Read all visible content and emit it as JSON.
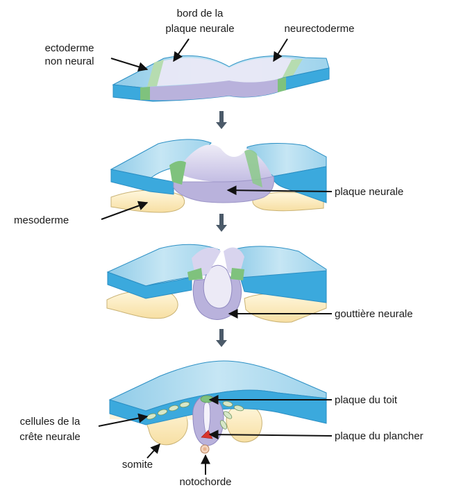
{
  "colors": {
    "ectoderm_top": "#a9d8ee",
    "ectoderm_side": "#3ba9dd",
    "ectoderm_edge": "#2b8fc4",
    "neural_plate": "#b9b2dc",
    "neural_plate_light": "#e4e2f2",
    "neural_border": "#8cc98b",
    "mesoderm": "#fbedc4",
    "mesoderm_edge": "#c9b274",
    "crest": "#d7e7c8",
    "notochord": "#e8b28e",
    "floor_plate": "#d9342b",
    "arrow": "#4b5a69"
  },
  "labels": {
    "ectoderm_non_neural": [
      "ectoderme",
      "non neural"
    ],
    "neural_plate_border": [
      "bord de la",
      "plaque neurale"
    ],
    "neurectoderm": "neurectoderme",
    "neural_plate": "plaque neurale",
    "mesoderm": "mesoderme",
    "neural_groove": "gouttière neurale",
    "roof_plate": "plaque du toit",
    "neural_crest_cells": [
      "cellules de la",
      "crête neurale"
    ],
    "floor_plate": "plaque du plancher",
    "somite": "somite",
    "notochord": "notochorde"
  }
}
